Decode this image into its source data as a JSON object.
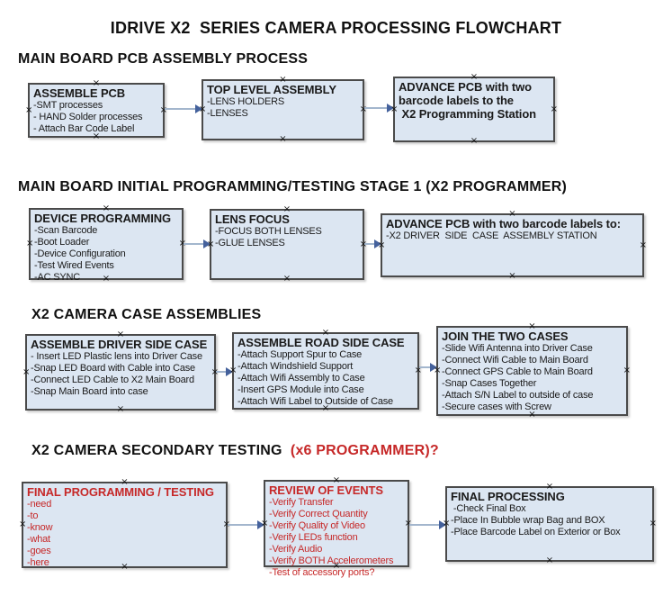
{
  "title": "IDRIVE X2  SERIES CAMERA PROCESSING FLOWCHART",
  "colors": {
    "box_fill": "#dce6f2",
    "box_border": "#4a4a4a",
    "arrow_line": "#a3b6cd",
    "arrow_head": "#44619c",
    "red_text": "#c62828",
    "black_text": "#1a1a1a"
  },
  "sections": [
    {
      "heading": "MAIN BOARD PCB ASSEMBLY PROCESS",
      "heading_red": "",
      "boxes": [
        {
          "title": "ASSEMBLE PCB",
          "lines": [
            "-SMT processes",
            "- HAND Solder processes",
            "- Attach Bar Code Label"
          ]
        },
        {
          "title": "TOP LEVEL ASSEMBLY",
          "lines": [
            "-LENS HOLDERS",
            "-LENSES"
          ]
        },
        {
          "title": "ADVANCE PCB with two",
          "lines": [
            "barcode labels to the",
            " X2 Programming Station"
          ]
        }
      ]
    },
    {
      "heading": "MAIN BOARD INITIAL PROGRAMMING/TESTING STAGE 1 (X2 PROGRAMMER)",
      "heading_red": "",
      "boxes": [
        {
          "title": "DEVICE PROGRAMMING",
          "lines": [
            "-Scan Barcode",
            "-Boot Loader",
            "-Device Configuration",
            "-Test Wired Events",
            "-AC SYNC"
          ]
        },
        {
          "title": "LENS FOCUS",
          "lines": [
            "-FOCUS BOTH LENSES",
            "-GLUE LENSES"
          ]
        },
        {
          "title": "ADVANCE PCB with two barcode labels to:",
          "lines": [
            "-X2 DRIVER  SIDE  CASE  ASSEMBLY STATION"
          ]
        }
      ]
    },
    {
      "heading": "X2 CAMERA CASE ASSEMBLIES",
      "heading_red": "",
      "boxes": [
        {
          "title": "ASSEMBLE DRIVER SIDE CASE",
          "lines": [
            "- Insert LED Plastic lens into Driver Case",
            "-Snap LED Board with Cable into Case",
            "-Connect LED Cable to X2 Main Board",
            "-Snap Main Board into case"
          ]
        },
        {
          "title": "ASSEMBLE ROAD SIDE CASE",
          "lines": [
            "-Attach Support Spur to Case",
            "-Attach Windshield Support",
            "-Attach Wifi Assembly to Case",
            "-Insert GPS Module into Case",
            "-Attach Wifi Label to Outside of Case"
          ]
        },
        {
          "title": "JOIN THE TWO CASES",
          "lines": [
            "-Slide Wifi Antenna into Driver Case",
            "-Connect Wifi Cable to Main Board",
            "-Connect GPS Cable to Main Board",
            "-Snap Cases Together",
            "-Attach S/N Label to outside of case",
            "-Secure cases with Screw"
          ]
        }
      ]
    },
    {
      "heading": "X2 CAMERA SECONDARY TESTING ",
      "heading_red": " (x6 PROGRAMMER)?",
      "boxes": [
        {
          "title": "FINAL PROGRAMMING / TESTING",
          "lines": [
            "-need",
            "-to",
            "-know",
            "-what",
            "-goes",
            "-here"
          ]
        },
        {
          "title": "REVIEW OF EVENTS",
          "lines": [
            "-Verify Transfer",
            "-Verify Correct Quantity",
            "-Verify Quality of Video",
            "-Verify LEDs function",
            "-Verify Audio",
            "-Verify BOTH Accelerometers",
            "-Test of accessory ports?"
          ]
        },
        {
          "title": "FINAL PROCESSING",
          "lines": [
            " -Check Final Box",
            "-Place In Bubble wrap Bag and BOX",
            "-Place Barcode Label on Exterior or Box"
          ]
        }
      ]
    }
  ]
}
